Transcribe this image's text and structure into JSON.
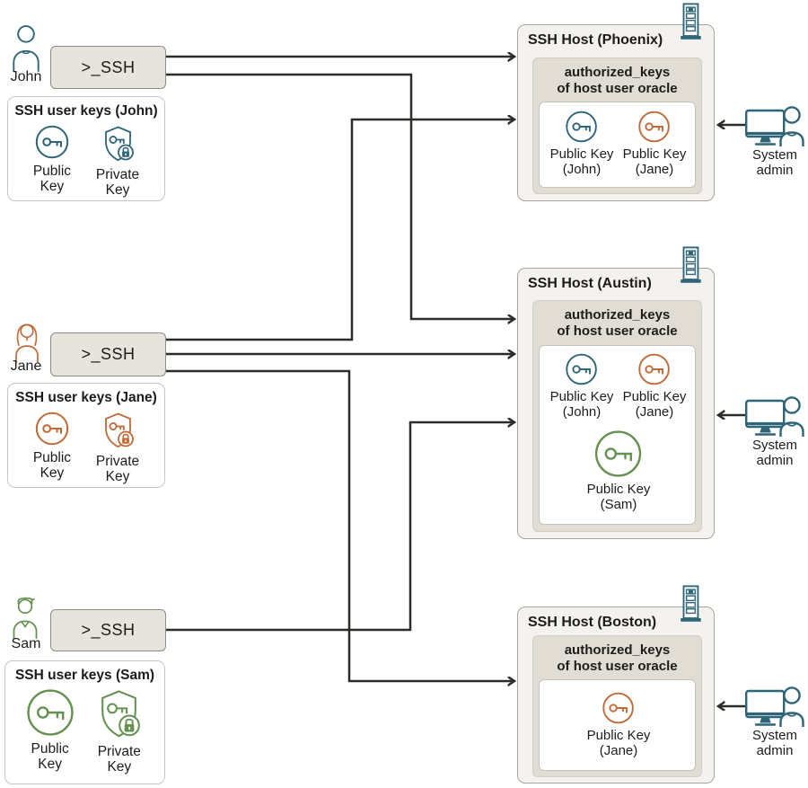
{
  "users": [
    {
      "name": "John",
      "terminal": ">_SSH",
      "keys_title": "SSH user keys (John)",
      "public_key_label": {
        "line1": "Public",
        "line2": "Key"
      },
      "private_key_label": {
        "line1": "Private",
        "line2": "Key"
      }
    },
    {
      "name": "Jane",
      "terminal": ">_SSH",
      "keys_title": "SSH user keys (Jane)",
      "public_key_label": {
        "line1": "Public",
        "line2": "Key"
      },
      "private_key_label": {
        "line1": "Private",
        "line2": "Key"
      }
    },
    {
      "name": "Sam",
      "terminal": ">_SSH",
      "keys_title": "SSH user keys (Sam)",
      "public_key_label": {
        "line1": "Public",
        "line2": "Key"
      },
      "private_key_label": {
        "line1": "Private",
        "line2": "Key"
      }
    }
  ],
  "hosts": [
    {
      "title": "SSH Host (Phoenix)",
      "auth_label": {
        "line1": "authorized_keys",
        "line2": "of host user oracle"
      },
      "keys": [
        {
          "name": "Public Key",
          "owner": "(John)"
        },
        {
          "name": "Public Key",
          "owner": "(Jane)"
        }
      ],
      "admin_label": {
        "line1": "System",
        "line2": "admin"
      }
    },
    {
      "title": "SSH Host (Austin)",
      "auth_label": {
        "line1": "authorized_keys",
        "line2": "of host user oracle"
      },
      "keys": [
        {
          "name": "Public Key",
          "owner": "(John)"
        },
        {
          "name": "Public Key",
          "owner": "(Jane)"
        },
        {
          "name": "Public Key",
          "owner": "(Sam)"
        }
      ],
      "admin_label": {
        "line1": "System",
        "line2": "admin"
      }
    },
    {
      "title": "SSH Host (Boston)",
      "auth_label": {
        "line1": "authorized_keys",
        "line2": "of host user oracle"
      },
      "keys": [
        {
          "name": "Public Key",
          "owner": "(Jane)"
        }
      ],
      "admin_label": {
        "line1": "System",
        "line2": "admin"
      }
    }
  ],
  "colors": {
    "user_john": "#2e6577",
    "user_jane": "#c06a38",
    "user_sam": "#649150",
    "wire": "#2e2c29",
    "host_fill": "#f4f2ee",
    "auth_fill": "#e1ddd4"
  }
}
